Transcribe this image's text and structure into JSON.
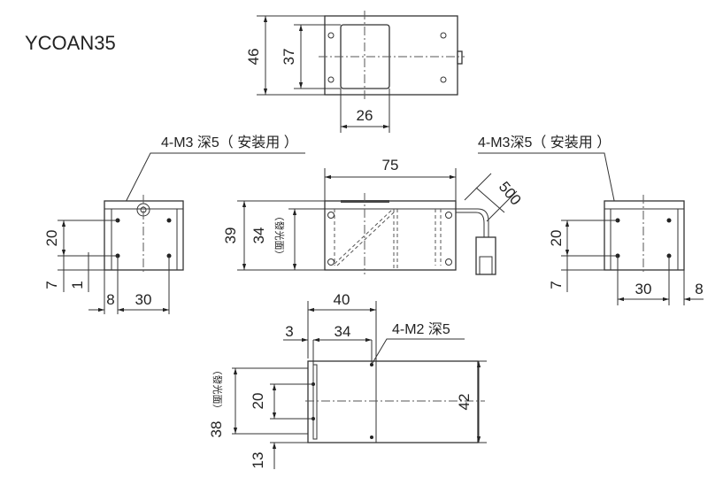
{
  "title": "YCOAN35",
  "top_view": {
    "dim_height_outer": "46",
    "dim_height_inner": "37",
    "dim_window_width": "26"
  },
  "left_view": {
    "label": "4-M3 深5（ 安装用 ）",
    "dim_spacing_v": "20",
    "dim_offset_bottom": "7",
    "dim_hole_offset": "1",
    "dim_offset_side": "8",
    "dim_spacing_h": "30"
  },
  "front_view": {
    "dim_length": "75",
    "dim_height": "39",
    "dim_emitter_height": "34",
    "emitter_label": "（發光面）",
    "dim_cable": "500"
  },
  "right_view": {
    "label": "4-M3深5（ 安装用 ）",
    "dim_spacing_v": "20",
    "dim_offset_bottom": "7",
    "dim_spacing_h": "30",
    "dim_offset_side": "8"
  },
  "bottom_view": {
    "dim_40": "40",
    "dim_3": "3",
    "dim_34": "34",
    "label": "4-M2 深5",
    "dim_38": "38",
    "emitter_label": "（發光面）",
    "dim_20": "20",
    "dim_13": "13",
    "dim_42": "42"
  }
}
